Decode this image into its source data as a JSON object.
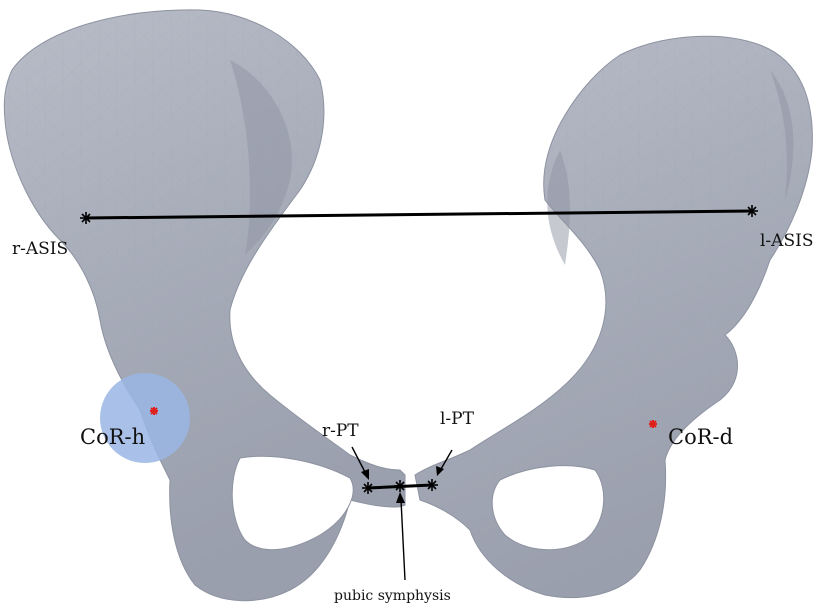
{
  "diagram": {
    "labels": {
      "r_asis": "r-ASIS",
      "l_asis": "l-ASIS",
      "cor_h": "CoR-h",
      "cor_d": "CoR-d",
      "r_pt": "r-PT",
      "l_pt": "l-PT",
      "pubic_symphysis": "pubic symphysis"
    },
    "colors": {
      "bone": "#a9aebb",
      "bone_shade": "#8d92a1",
      "bone_highlight": "#c3c7d1",
      "line": "#000000",
      "cor_marker": "#e0201c",
      "hip_circle": "#9ab6e4"
    }
  }
}
